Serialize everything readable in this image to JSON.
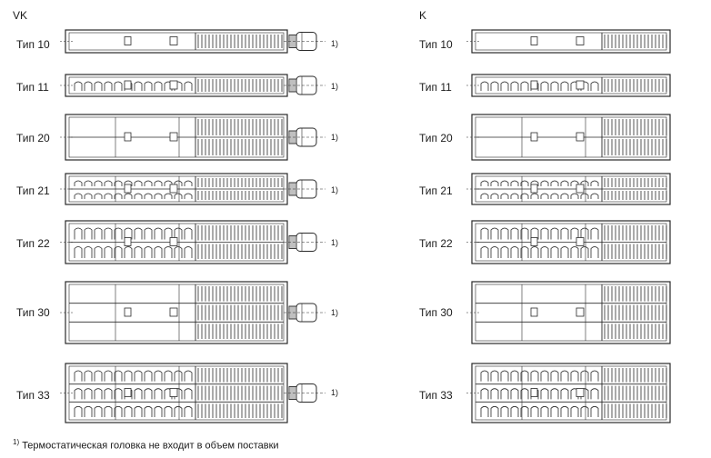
{
  "panels": [
    {
      "title": "VK",
      "rows": [
        {
          "label": "Тип 10",
          "ref": "1)"
        },
        {
          "label": "Тип 11",
          "ref": "1)"
        },
        {
          "label": "Тип 20",
          "ref": "1)"
        },
        {
          "label": "Тип 21",
          "ref": "1)"
        },
        {
          "label": "Тип 22",
          "ref": "1)"
        },
        {
          "label": "Тип 30",
          "ref": "1)"
        },
        {
          "label": "Тип 33",
          "ref": "1)"
        }
      ]
    },
    {
      "title": "K",
      "rows": [
        {
          "label": "Тип 10"
        },
        {
          "label": "Тип 11"
        },
        {
          "label": "Тип 20"
        },
        {
          "label": "Тип 21"
        },
        {
          "label": "Тип 22"
        },
        {
          "label": "Тип 30"
        },
        {
          "label": "Тип 33"
        }
      ]
    }
  ],
  "footnote": {
    "mark": "1)",
    "text": "Термостатическая головка не входит в объем поставки"
  }
}
